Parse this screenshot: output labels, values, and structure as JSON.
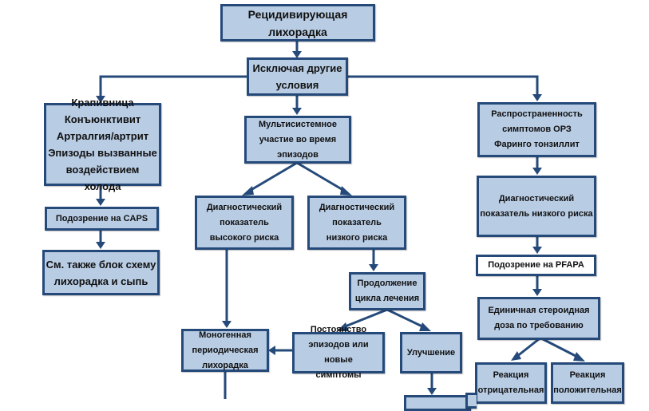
{
  "diagram": {
    "colors": {
      "box_fill": "#b8cce4",
      "box_border": "#254a7a",
      "connector": "#254a7a",
      "highlight_fill": "#ffffff"
    },
    "nodes": {
      "recurrent_fever": "Рецидивирующая\nлихорадка",
      "exclude_other": "Исключая другие\nусловия",
      "urticaria": "Крапивница\nКонъюнктивит\nАртралгия/артрит\nЭпизоды вызванные\nвоздействием холода",
      "caps_suspicion": "Подозрение на CAPS",
      "see_also": "См. также блок схему\nлихорадка и сыпь",
      "multisystem": "Мультисистемное\nучастие во время\nэпизодов",
      "high_risk": "Диагностический\nпоказатель\nвысокого риска",
      "low_risk_mid": "Диагностический\nпоказатель\nнизкого риска",
      "continue_treatment": "Продолжение\nцикла лечения",
      "monogenic": "Моногенная\nпериодическая\nлихорадка",
      "persistence": "Постоянство\nэпизодов или новые\nсимптомы",
      "improvement": "Улучшение",
      "ari_prevalence": "Распространенность\nсимптомов ОРЗ\nФаринго тонзиллит",
      "low_risk_right": "Диагностический\nпоказатель низкого риска",
      "pfapa_suspicion": "Подозрение на PFAPA",
      "steroid_dose": "Единичная стероидная\nдоза по требованию",
      "negative_reaction": "Реакция\nотрицательная",
      "positive_reaction": "Реакция\nположительная"
    }
  }
}
